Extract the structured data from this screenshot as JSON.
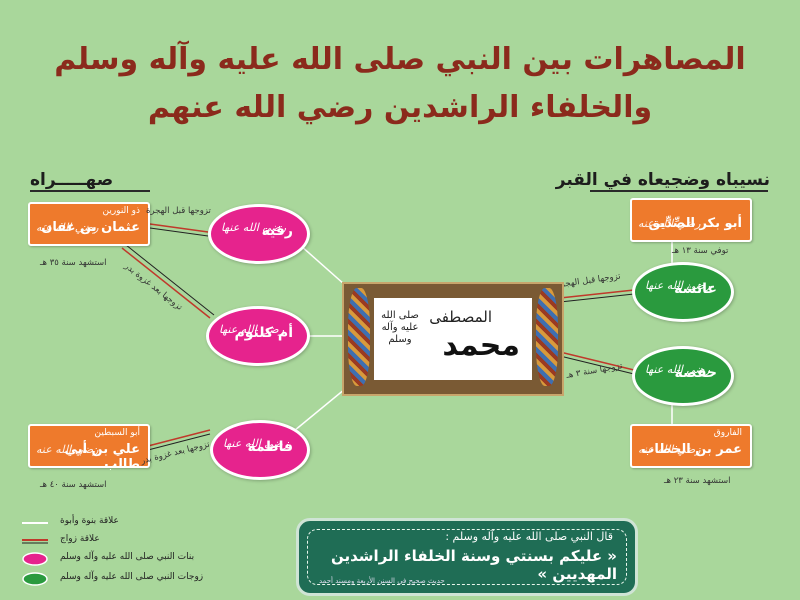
{
  "header": {
    "title_line1": "المصاهرات بين النبي صلى الله عليه وآله وسلم",
    "title_line2": "والخلفاء الراشدين رضي الله عنهم"
  },
  "sections": {
    "right_title": "نسيباه وضجيعاه في القبر",
    "left_title": "صهـــــراه"
  },
  "center": {
    "title": "المصطفى",
    "name": "محمد",
    "salutation": "صلى الله عليه وآله وسلم"
  },
  "sons_in_law": [
    {
      "label": "ذو النورين",
      "name": "عثمان بن عفان",
      "martyrdom": "استشهد سنة ٣٥ هـ"
    },
    {
      "label": "أبو السبطين",
      "name": "علي بن أبي طالب",
      "martyrdom": "استشهد سنة ٤٠ هـ"
    }
  ],
  "fathers_in_law": [
    {
      "label": "",
      "name": "أبو بكر الصِّدِّيق",
      "death": "توفي سنة ١٣ هـ"
    },
    {
      "label": "الفاروق",
      "name": "عمر بن الخطاب",
      "death": "استشهد سنة ٢٣ هـ"
    }
  ],
  "daughters": [
    {
      "name": "رقية"
    },
    {
      "name": "أم كلثوم"
    },
    {
      "name": "فاطمة"
    }
  ],
  "wives": [
    {
      "name": "عائشة"
    },
    {
      "name": "حفصة"
    }
  ],
  "relation_labels": {
    "ruqayya_uthman": "تزوجها قبل الهجرة",
    "umm_kulthum_uthman": "تزوجها بعد غزوة بدر",
    "fatima_ali": "تزوجها بعد غزوة بدر",
    "aisha": "تزوجها قبل الهجرة",
    "hafsa": "تزوجها سنة ٣ هـ"
  },
  "honorific_sig": "رضي الله عنها",
  "honorific_sig_m": "رضي الله عنه",
  "legend": [
    {
      "text": "علاقة بنوة وأبوة",
      "type": "white-line"
    },
    {
      "text": "علاقة زواج",
      "type": "red-line"
    },
    {
      "text": "بنات النبي صلى الله عليه وآله وسلم",
      "type": "pink-oval"
    },
    {
      "text": "زوجات النبي صلى الله عليه وآله وسلم",
      "type": "green-oval"
    }
  ],
  "hadith": {
    "intro": "قال النبي صلى الله عليه وآله وسلم :",
    "text": "« عليكم بسنتي وسنة الخلفاء الراشدين المهديين »",
    "source": "حديث صحيح في السنن الأربعة ومسند أحمد"
  },
  "colors": {
    "background": "#a9d79b",
    "title": "#8b2a1c",
    "person_box": "#ee7a2c",
    "daughter_oval": "#e6238d",
    "wife_oval": "#2a9a3e",
    "hadith_box": "#1f6d55"
  }
}
